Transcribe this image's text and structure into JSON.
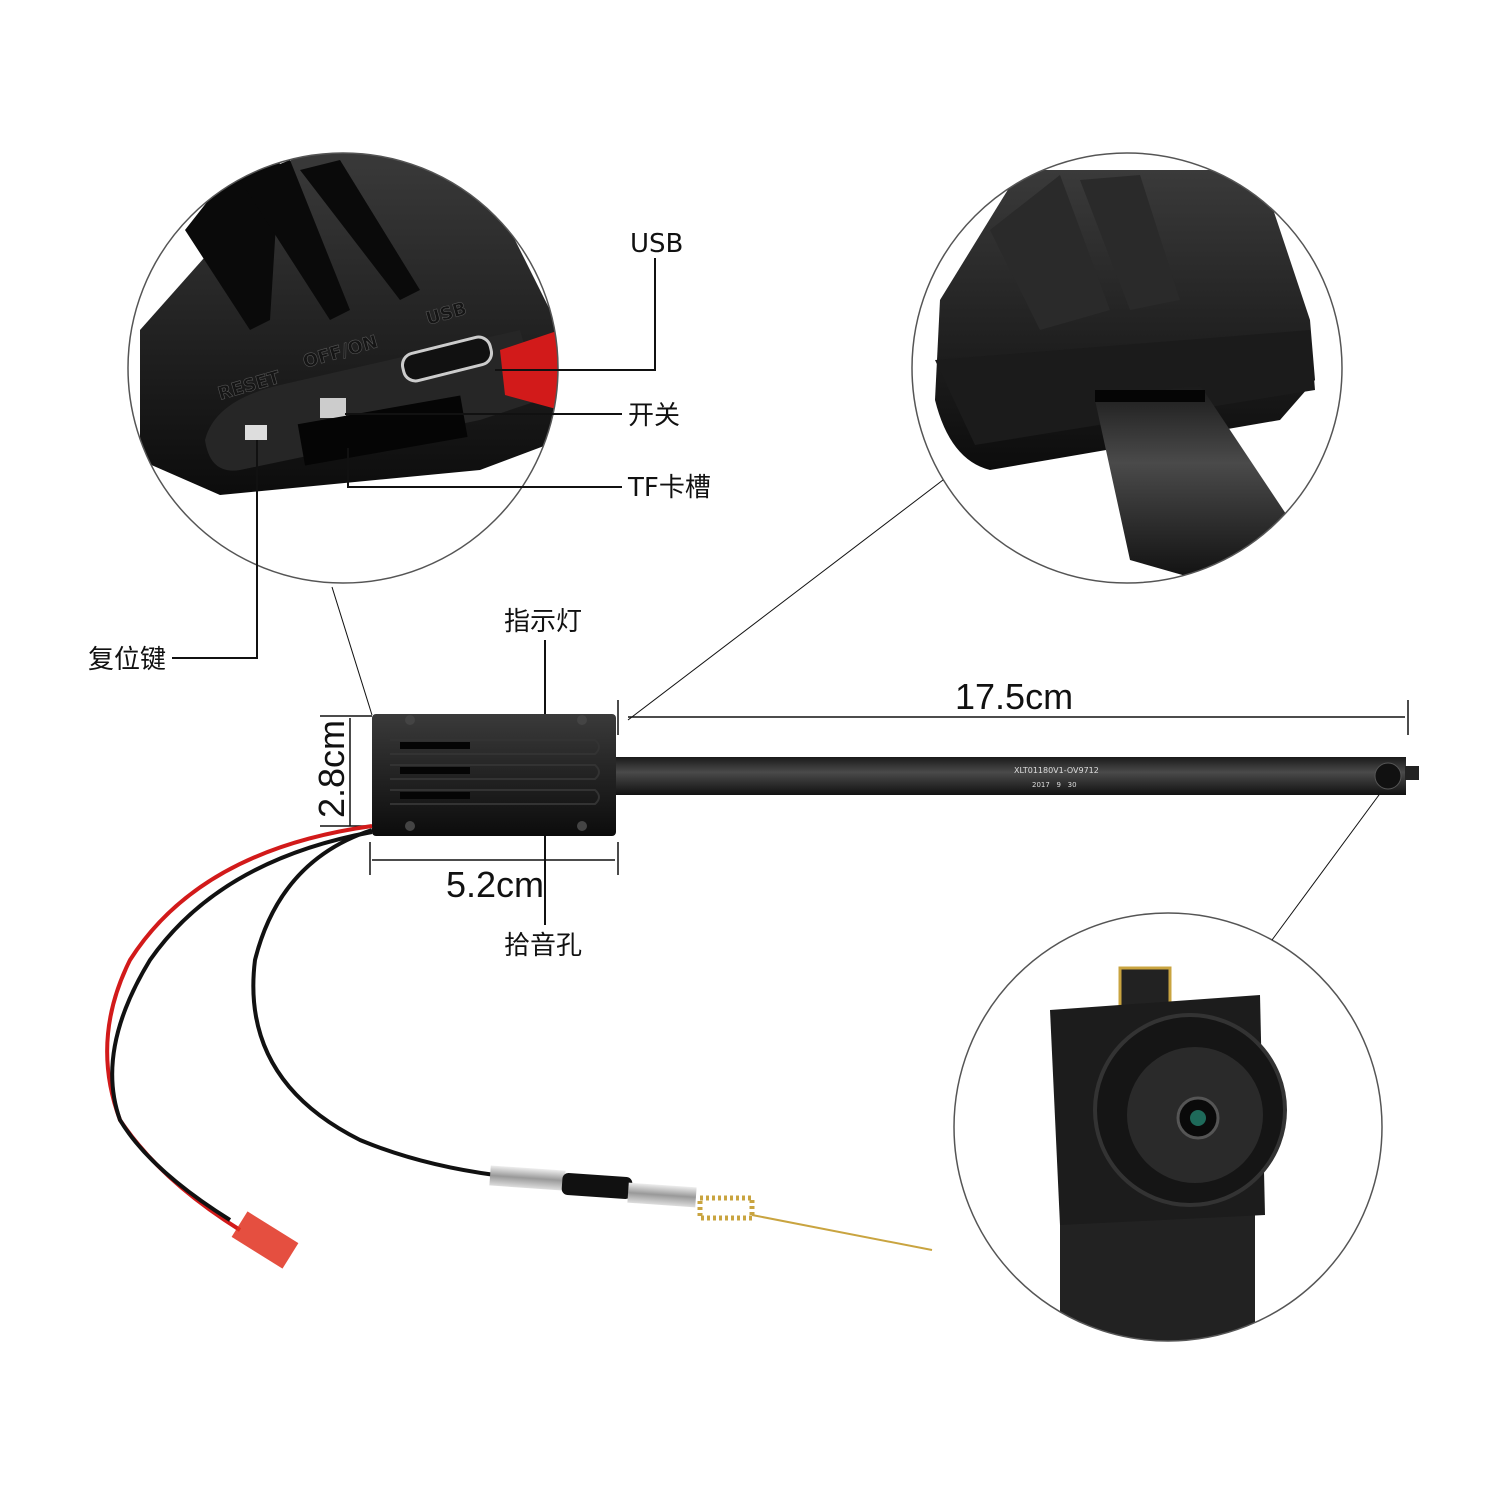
{
  "callouts": {
    "usb": "USB",
    "switch": "开关",
    "tf_slot": "TF卡槽",
    "reset_key": "复位键",
    "indicator": "指示灯",
    "mic_hole": "拾音孔"
  },
  "dimensions": {
    "length": "17.5cm",
    "height": "2.8cm",
    "width": "5.2cm"
  },
  "device_print": {
    "reset": "RESET",
    "off_on": "OFF/ON",
    "usb": "USB",
    "flex_model": "XLT01180V1-OV9712",
    "flex_date": "2017   9   30"
  },
  "colors": {
    "red_wire": "#d21a1a",
    "connector": "#e0301e",
    "antenna": "#c9a440"
  }
}
